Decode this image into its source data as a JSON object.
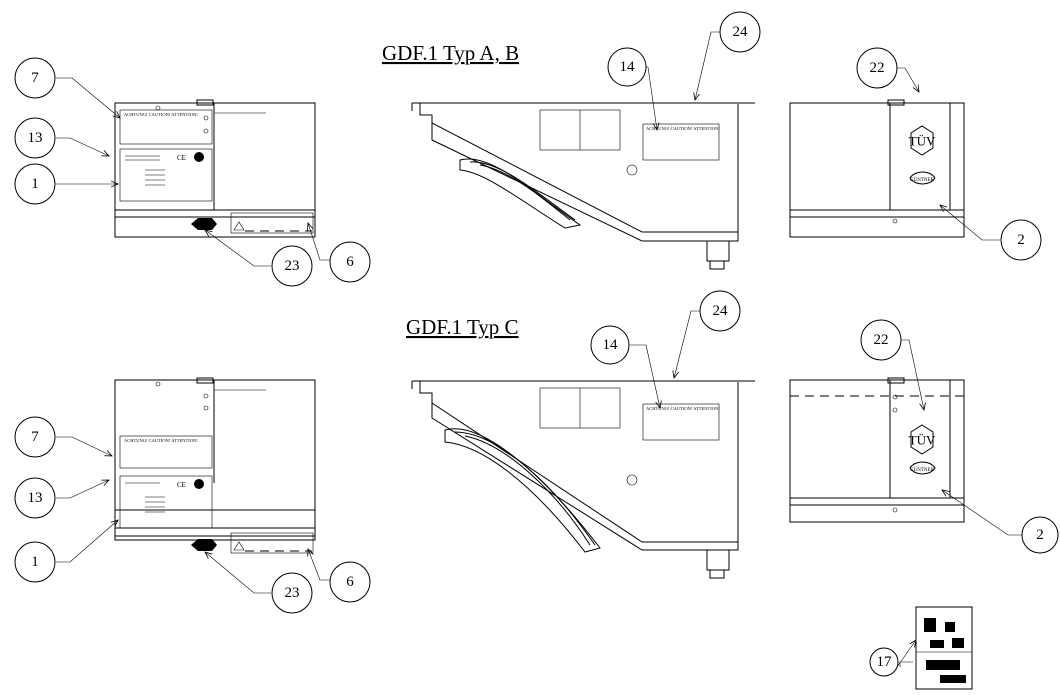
{
  "headings": {
    "typ_ab": "GDF.1 Typ A, B",
    "typ_c": "GDF.1 Typ C"
  },
  "warning_label_text": "ACHTUNG! CAUTION! ATTENTION!",
  "ce_mark": "CE",
  "tuv_mark": "TÜV",
  "gunter_logo": "GÜNTNER",
  "callouts": {
    "c1": "1",
    "c2": "2",
    "c6": "6",
    "c7": "7",
    "c13": "13",
    "c14": "14",
    "c17": "17",
    "c22": "22",
    "c23": "23",
    "c24": "24"
  }
}
